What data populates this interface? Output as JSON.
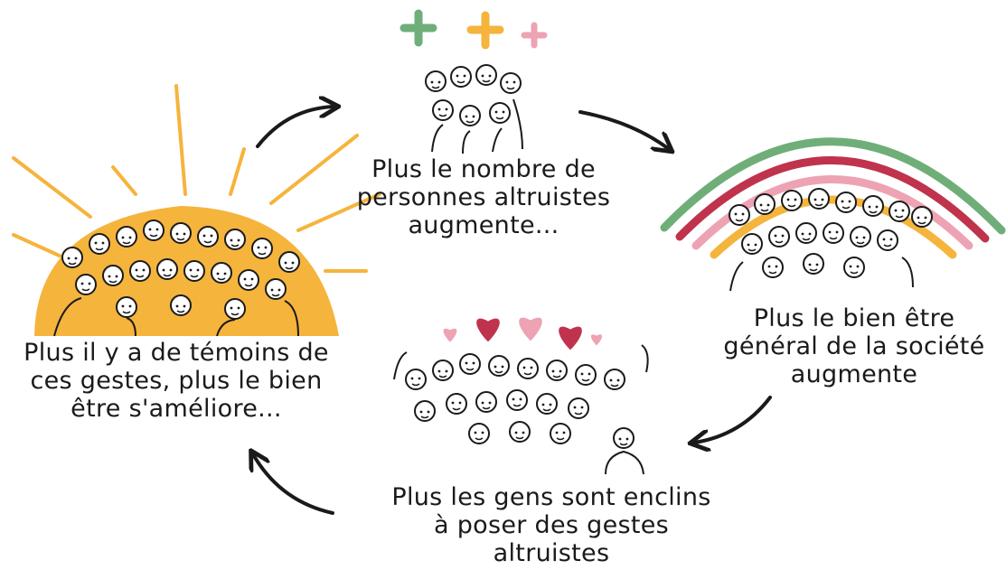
{
  "colors": {
    "sun": "#f5b43c",
    "rainbow_green": "#6fae78",
    "rainbow_red": "#c0334d",
    "rainbow_pink": "#eda3b3",
    "rainbow_yellow": "#f5b43c",
    "heart_red": "#c0334d",
    "heart_pink": "#eda3b3",
    "plus_green": "#6fae78",
    "plus_yellow": "#f5b43c",
    "plus_pink": "#eda3b3",
    "ink": "#1a1a1a"
  },
  "icons": {
    "arrows": "curved-arrow-icon",
    "plus": "plus-icon",
    "hearts": "heart-icon",
    "sun": "sun-icon",
    "rainbow": "rainbow-icon",
    "crowd": "crowd-of-people-icon"
  },
  "cycle": {
    "top": {
      "lines": [
        "Plus le nombre de",
        "personnes altruistes",
        "augmente..."
      ]
    },
    "right": {
      "lines": [
        "Plus le bien être",
        "général de la société",
        "augmente"
      ]
    },
    "bottom": {
      "lines": [
        "Plus les gens sont enclins",
        "à poser des gestes",
        "altruistes"
      ]
    },
    "left": {
      "lines": [
        "Plus il y a de témoins de",
        "ces gestes, plus le bien",
        "être s'améliore..."
      ]
    }
  }
}
